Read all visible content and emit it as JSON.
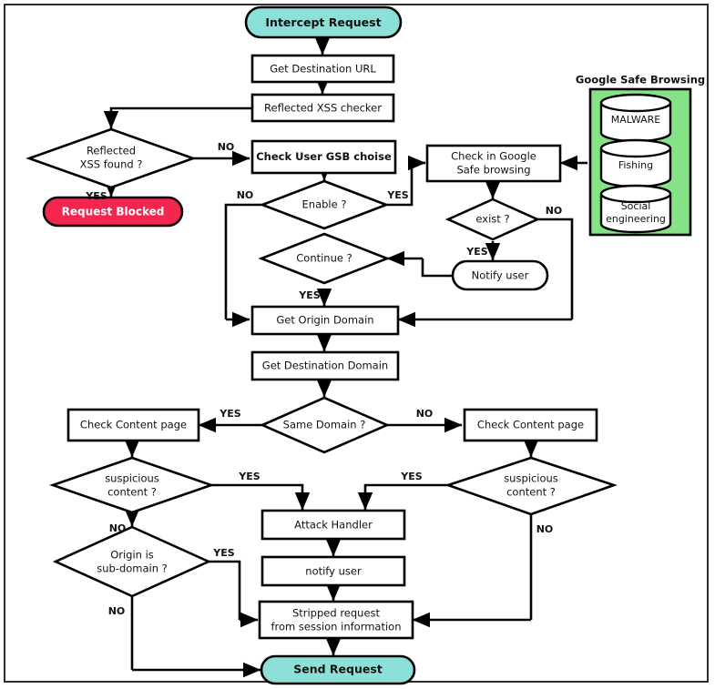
{
  "diagram": {
    "title": "Request interception and safe-browsing flowchart",
    "colors": {
      "terminal_fill": "#8DE0D8",
      "blocked_fill": "#F2264F",
      "group_fill": "#85E287",
      "node_fill": "#FFFFFF",
      "stroke": "#000000",
      "frame": "#2B2F33"
    },
    "nodes": {
      "intercept_request": "Intercept Request",
      "get_destination_url": "Get Destination URL",
      "reflected_xss_checker": "Reflected XSS checker",
      "reflected_xss_found_l1": "Reflected",
      "reflected_xss_found_l2": "XSS found ?",
      "request_blocked": "Request Blocked",
      "check_user_gsb_choise": "Check User GSB choise",
      "enable": "Enable ?",
      "check_in_google_l1": "Check in Google",
      "check_in_google_l2": "Safe browsing",
      "exist": "exist ?",
      "notify_user_top": "Notify user",
      "continue": "Continue ?",
      "get_origin_domain": "Get Origin Domain",
      "get_destination_domain": "Get Destination Domain",
      "same_domain": "Same Domain ?",
      "check_content_page_left": "Check Content page",
      "check_content_page_right": "Check Content page",
      "suspicious_left_l1": "suspicious",
      "suspicious_left_l2": "content ?",
      "suspicious_right_l1": "suspicious",
      "suspicious_right_l2": "content ?",
      "origin_sub_domain_l1": "Origin is",
      "origin_sub_domain_l2": "sub-domain ?",
      "attack_handler": "Attack Handler",
      "notify_user_bottom": "notify user",
      "stripped_request_l1": "Stripped request",
      "stripped_request_l2": "from session information",
      "send_request": "Send Request"
    },
    "group": {
      "title": "Google Safe Browsing",
      "databases": [
        "MALWARE",
        "Fishing",
        "Social engineering"
      ],
      "db_social_l1": "Social",
      "db_social_l2": "engineering"
    },
    "edge_labels": {
      "xss_no": "NO",
      "xss_yes": "YES",
      "enable_no": "NO",
      "enable_yes": "YES",
      "exist_no": "NO",
      "exist_yes": "YES",
      "continue_yes": "YES",
      "same_domain_yes": "YES",
      "same_domain_no": "NO",
      "susp_left_yes": "YES",
      "susp_left_no": "NO",
      "susp_right_yes": "YES",
      "susp_right_no": "NO",
      "subdomain_yes": "YES",
      "subdomain_no": "NO"
    }
  }
}
